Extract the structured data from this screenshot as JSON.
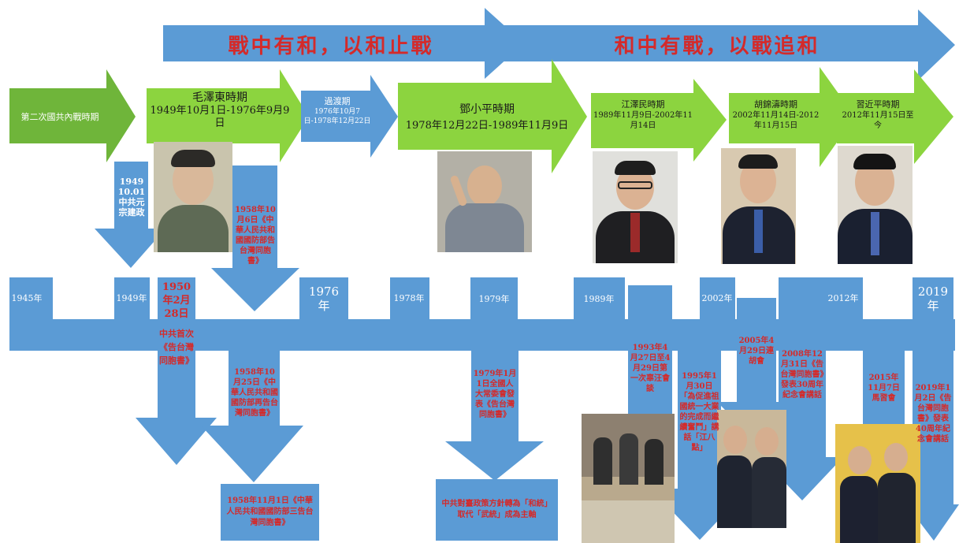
{
  "banners": {
    "left": "戰中有和，以和止戰",
    "right": "和中有戰，以戰追和"
  },
  "eras": {
    "e0": "第二次國共內戰時期",
    "e1_name": "毛澤東時期",
    "e1_dates": "1949年10月1日-1976年9月9日",
    "e2_name": "過渡期",
    "e2_dates": "1976年10月7日-1978年12月22日",
    "e3_name": "鄧小平時期",
    "e3_dates": "1978年12月22日-1989年11月9日",
    "e4_name": "江澤民時期",
    "e4_dates": "1989年11月9日-2002年11月14日",
    "e5_name": "胡錦濤時期",
    "e5_dates": "2002年11月14日-2012年11月15日",
    "e6_name": "習近平時期",
    "e6_dates": "2012年11月15日至今"
  },
  "years": {
    "y1945": "1945年",
    "y1949": "1949年",
    "y1976": "1976年",
    "y1978": "1978年",
    "y1979": "1979年",
    "y1989": "1989年",
    "y2002": "2002年",
    "y2012": "2012年",
    "y2019": "2019年"
  },
  "events": {
    "ev1949": "1949 10.01 中共元宗建政",
    "ev1950_head": "1950年2月28日",
    "ev1950_body": "中共首次《告台灣同胞書》",
    "ev1958a": "1958年10月6日《中華人民共和國國防部告台灣同胞書》",
    "ev1958b": "1958年10月25日《中華人民共和國國防部再告台灣同胞書》",
    "ev1958c": "1958年11月1日《中華人民共和國國防部三告台灣同胞書》",
    "ev1979": "1979年1月1日全國人大常委會發表《告台灣同胞書》",
    "ev1979b": "中共對臺政策方針轉為「和統」取代「武統」成為主軸",
    "ev1993": "1993年4月27日至4月29日第一次辜汪會談",
    "ev1995": "1995年1月30日「為促進祖國統一大業的完成而繼續奮鬥」講話「江八點」",
    "ev2005": "2005年4月29日連胡會",
    "ev2008": "2008年12月31日《告台灣同胞書》發表30周年紀念會講話",
    "ev2015": "2015年11月7日馬習會",
    "ev2019": "2019年1月2日《告台灣同胞書》發表40周年紀念會講話"
  },
  "colors": {
    "arrow_blue": "#5b9bd5",
    "arrow_green": "#8cd43f",
    "accent_red": "#d42a2a"
  }
}
